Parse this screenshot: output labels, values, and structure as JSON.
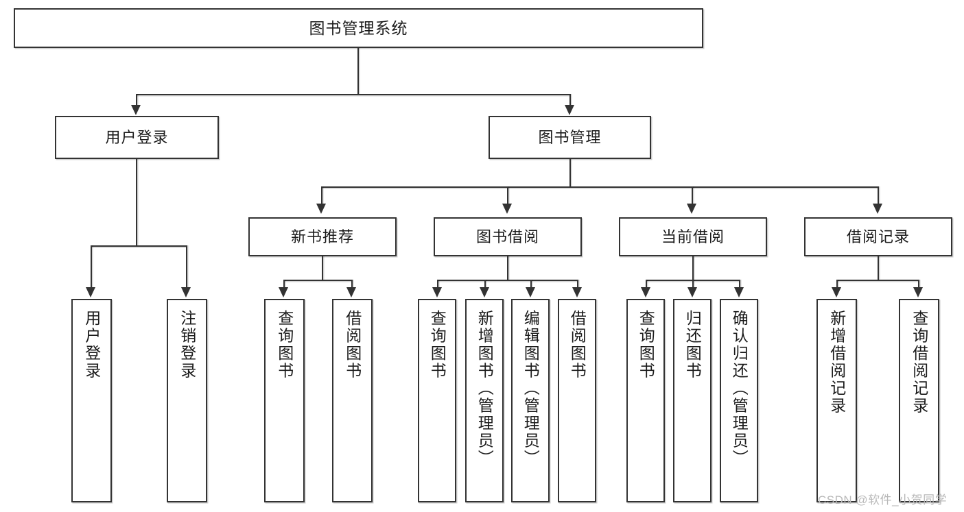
{
  "diagram": {
    "title": "图书管理系统",
    "type": "hierarchy-tree",
    "watermark": "CSDN @软件_小贺同学",
    "colors": {
      "box_border": "#333333",
      "box_fill": "#ffffff",
      "text": "#1b1b1b",
      "connector": "#333333",
      "watermark": "#b9b9b9",
      "background": "#ffffff"
    },
    "root": {
      "id": "root",
      "label": "图书管理系统"
    },
    "level2": [
      {
        "id": "user-login",
        "label": "用户登录"
      },
      {
        "id": "book-manage",
        "label": "图书管理"
      }
    ],
    "level3": [
      {
        "id": "new-book-rec",
        "label": "新书推荐",
        "parent": "book-manage"
      },
      {
        "id": "book-borrow",
        "label": "图书借阅",
        "parent": "book-manage"
      },
      {
        "id": "current-borrow",
        "label": "当前借阅",
        "parent": "book-manage"
      },
      {
        "id": "borrow-record",
        "label": "借阅记录",
        "parent": "book-manage"
      }
    ],
    "leaves": {
      "user-login": [
        {
          "id": "leaf-user-login",
          "label": "用户登录"
        },
        {
          "id": "leaf-user-logout",
          "label": "注销登录"
        }
      ],
      "new-book-rec": [
        {
          "id": "leaf-query-book-1",
          "label": "查询图书"
        },
        {
          "id": "leaf-borrow-book-1",
          "label": "借阅图书"
        }
      ],
      "book-borrow": [
        {
          "id": "leaf-query-book-2",
          "label": "查询图书"
        },
        {
          "id": "leaf-add-book",
          "label": "新增图书（管理员）"
        },
        {
          "id": "leaf-edit-book",
          "label": "编辑图书（管理员）"
        },
        {
          "id": "leaf-borrow-book-2",
          "label": "借阅图书"
        }
      ],
      "current-borrow": [
        {
          "id": "leaf-query-book-3",
          "label": "查询图书"
        },
        {
          "id": "leaf-return-book",
          "label": "归还图书"
        },
        {
          "id": "leaf-confirm-return",
          "label": "确认归还（管理员）"
        }
      ],
      "borrow-record": [
        {
          "id": "leaf-add-record",
          "label": "新增借阅记录"
        },
        {
          "id": "leaf-query-record",
          "label": "查询借阅记录"
        }
      ]
    }
  }
}
